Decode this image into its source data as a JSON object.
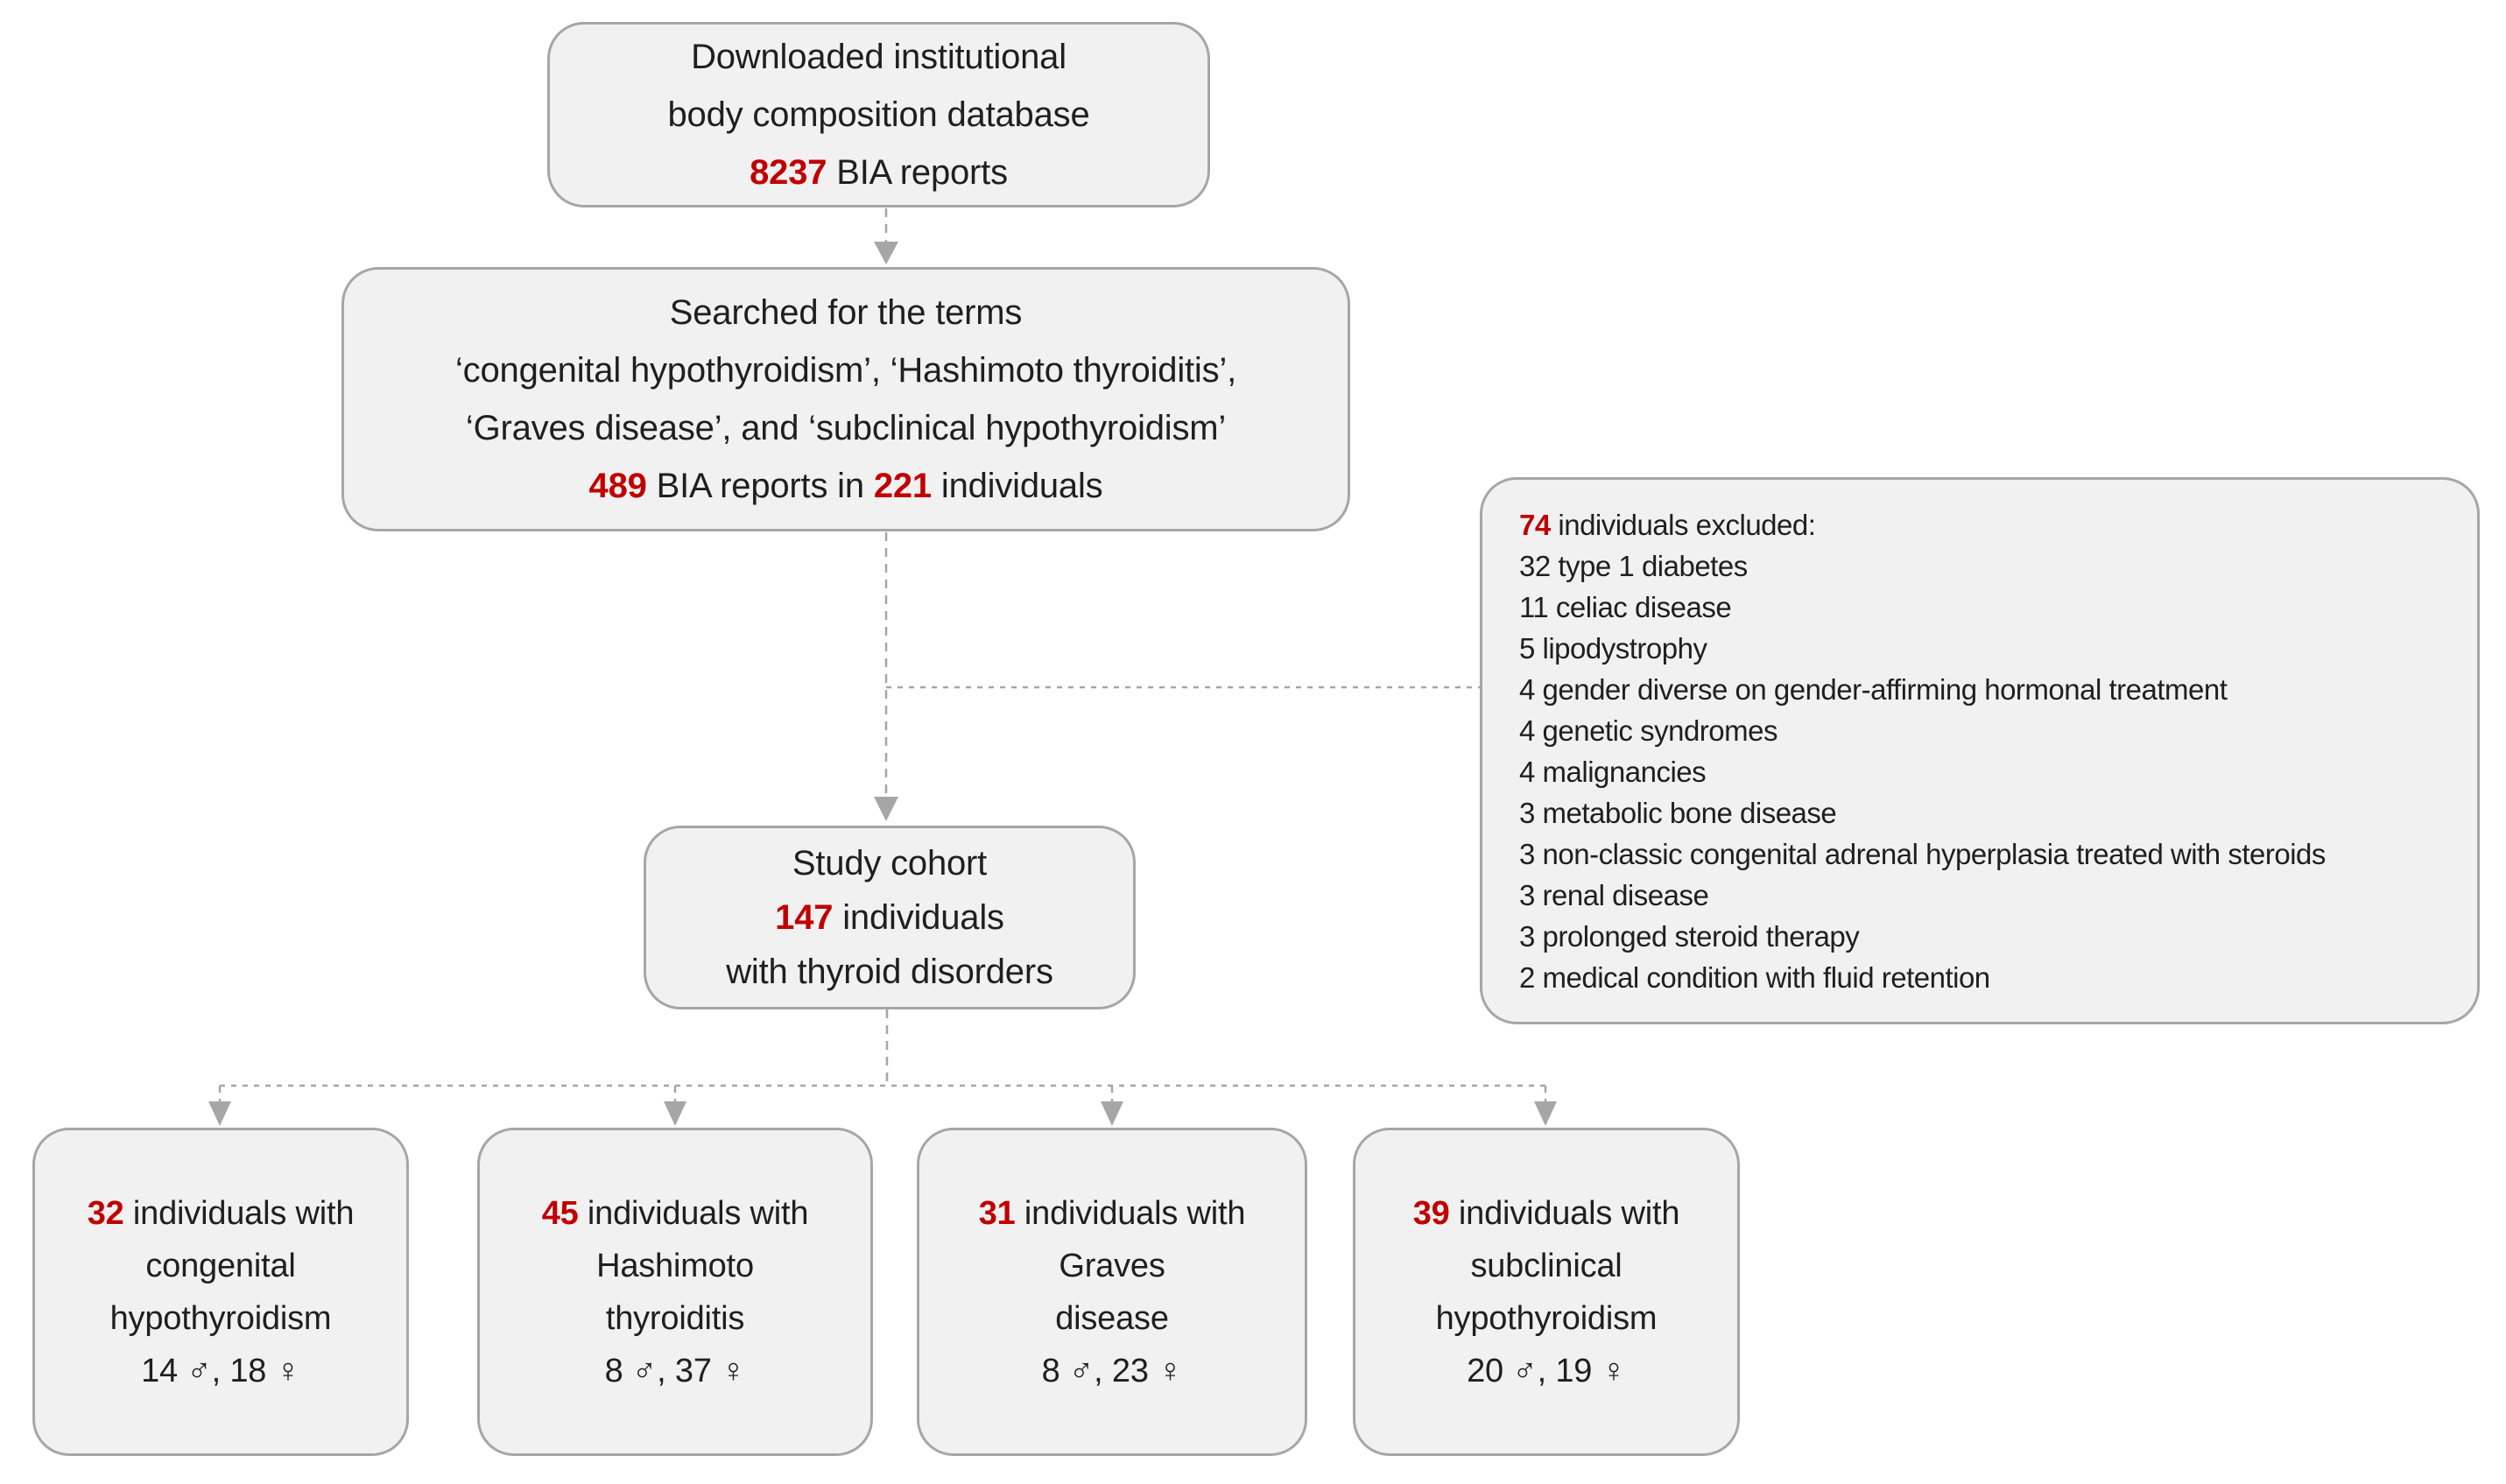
{
  "colors": {
    "accent": "#c00000",
    "box_fill": "#f1f1f1",
    "box_border": "#a6a6a6",
    "connector": "#a6a6a6",
    "text": "#1f1f1f"
  },
  "boxes": {
    "downloaded": {
      "line1": "Downloaded institutional",
      "line2": "body composition database",
      "count": "8237",
      "count_suffix": " BIA reports"
    },
    "searched": {
      "line1": "Searched for the terms",
      "line2": "‘congenital hypothyroidism’, ‘Hashimoto thyroiditis’,",
      "line3": "‘Graves disease’, and ‘subclinical hypothyroidism’",
      "reports_count": "489",
      "between": " BIA reports in ",
      "individuals_count": "221",
      "suffix": " individuals"
    },
    "excluded": {
      "count": "74",
      "header": " individuals excluded:",
      "items": [
        "32 type 1 diabetes",
        "11 celiac disease",
        "5 lipodystrophy",
        "4 gender diverse on gender-affirming hormonal treatment",
        "4 genetic syndromes",
        "4 malignancies",
        "3 metabolic bone disease",
        "3 non-classic congenital adrenal hyperplasia treated with steroids",
        "3 renal disease",
        "3 prolonged steroid therapy",
        "2 medical condition with fluid retention"
      ]
    },
    "cohort": {
      "line1": "Study cohort",
      "count": "147",
      "count_suffix": " individuals",
      "line3": "with thyroid disorders"
    },
    "groups": [
      {
        "count": "32",
        "with_text": " individuals with",
        "name1": "congenital",
        "name2": "hypothyroidism",
        "sex": "14 ♂, 18 ♀"
      },
      {
        "count": "45",
        "with_text": " individuals with",
        "name1": "Hashimoto",
        "name2": "thyroiditis",
        "sex": "8 ♂, 37 ♀"
      },
      {
        "count": "31",
        "with_text": " individuals with",
        "name1": "Graves",
        "name2": "disease",
        "sex": "8 ♂, 23 ♀"
      },
      {
        "count": "39",
        "with_text": " individuals with",
        "name1": "subclinical",
        "name2": "hypothyroidism",
        "sex": "20 ♂, 19 ♀"
      }
    ]
  }
}
